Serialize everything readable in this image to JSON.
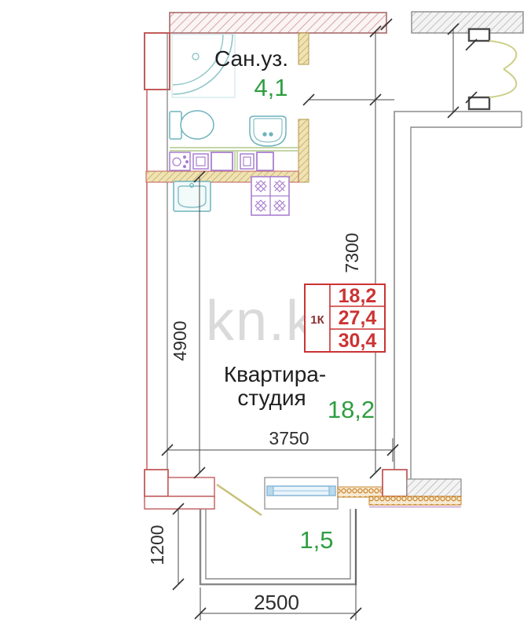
{
  "rooms": {
    "bathroom": {
      "label": "Сан.уз.",
      "area": "4,1"
    },
    "studio": {
      "label_line1": "Квартира-",
      "label_line2": "студия",
      "area": "18,2"
    },
    "balcony": {
      "area": "1,5"
    }
  },
  "info_table": {
    "unit_type": "1К",
    "areas": [
      "18,2",
      "27,4",
      "30,4"
    ]
  },
  "dimensions": {
    "right_height": "7300",
    "left_height": "4900",
    "studio_width": "3750",
    "balcony_depth": "1200",
    "balcony_width": "2500"
  },
  "watermark": "kn.k",
  "colors": {
    "wall_pink": "#c25b5b",
    "hatch_tan": "#c2a254",
    "hatch_gray": "#9a9a9a",
    "fixture_teal": "#6fb3bd",
    "fixture_purple": "#a97fd0",
    "window_blue": "#7ab0d4",
    "door_yellow": "#c9c178",
    "balcony_gray": "#8c8c8c",
    "area_green": "#2f9e41",
    "table_red": "#cc3333",
    "dim_gray": "#3c3c3c",
    "watermark_gray": "#dadada"
  }
}
